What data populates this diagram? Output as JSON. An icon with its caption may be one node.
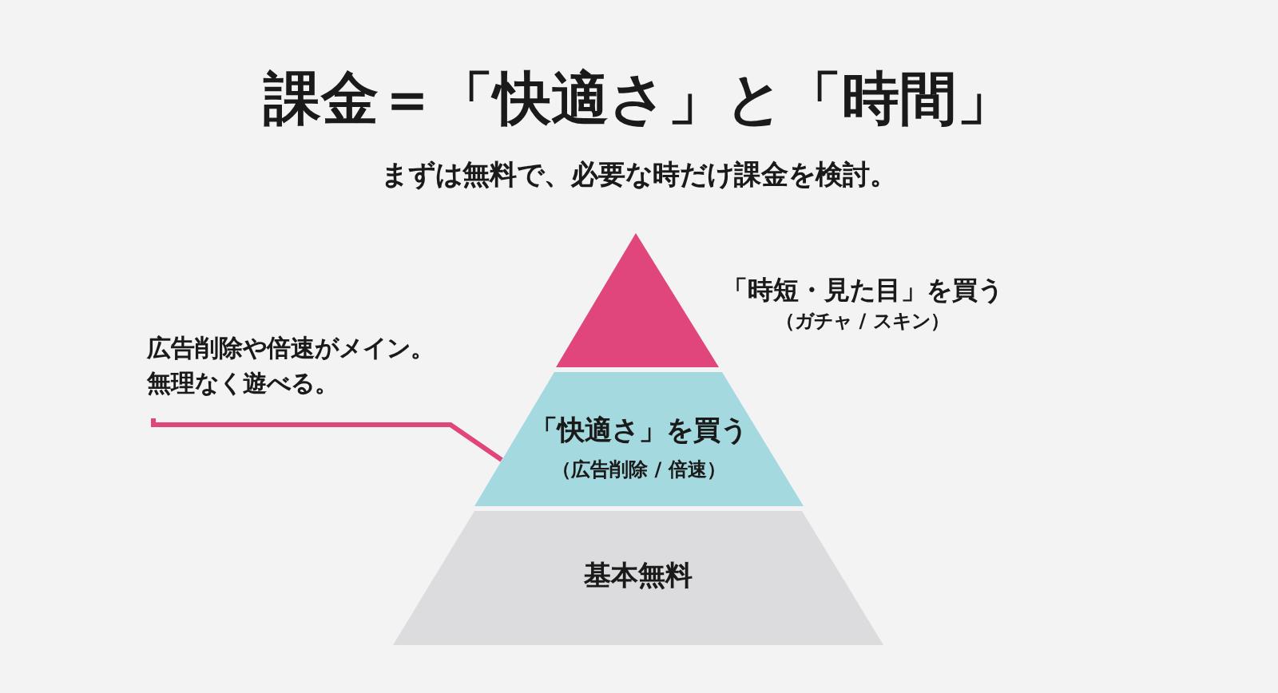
{
  "diagram": {
    "title": "課金＝「快適さ」と「時間」",
    "nodes": [
      {
        "text": [
          "「時短・見た目」を買う",
          "（ガチャ / スキン）"
        ]
      },
      {
        "text": [
          "「快適さ」を買う",
          "（広告削除 / 倍速）"
        ]
      },
      {
        "text": [
          "基本無料"
        ]
      },
      {
        "text": [
          "広告削除や倍速がメイン。無理なく遊べる。"
        ]
      }
    ],
    "edges": [
      {
        "from": 3,
        "to": 1,
        "arrow": "none",
        "color": "#e0457b"
      }
    ],
    "labels": [
      "まずは無料で、必要な時だけ課金を検討。"
    ]
  }
}
